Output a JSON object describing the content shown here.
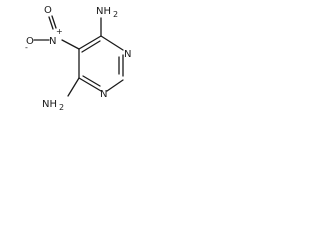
{
  "molecule": {
    "atoms": {
      "nh2_top": {
        "label": "NH",
        "subscript": "2"
      },
      "nh2_bottom": {
        "label": "NH",
        "subscript": "2"
      },
      "ring_n_upper": {
        "label": "N"
      },
      "ring_n_lower": {
        "label": "N"
      },
      "nitro_n": {
        "label": "N",
        "charge": "+"
      },
      "nitro_o_double": {
        "label": "O"
      },
      "nitro_o_single": {
        "label": "O",
        "charge": "-"
      }
    }
  }
}
